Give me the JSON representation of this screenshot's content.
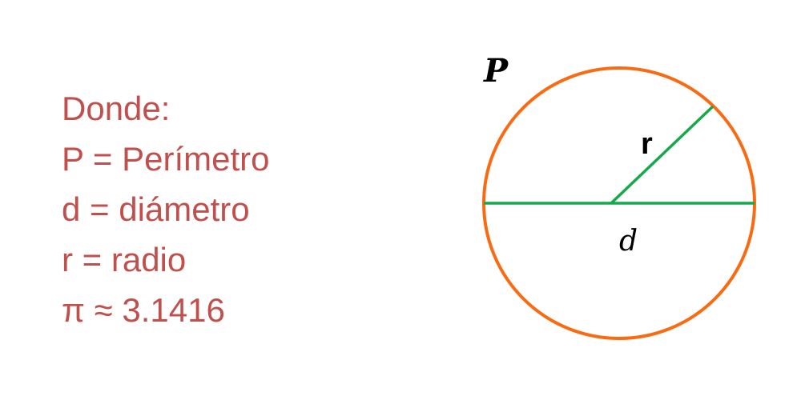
{
  "legend": {
    "heading": "Donde:",
    "lines": [
      "P = Perímetro",
      "d = diámetro",
      "r = radio",
      "π ≈ 3.1416"
    ]
  },
  "diagram": {
    "perimeter_label": "P",
    "radius_label": "r",
    "diameter_label": "d",
    "colors": {
      "circle": "#f96b12",
      "lines": "#17a84b",
      "text": "#c0504d",
      "labels": "#000000"
    }
  }
}
